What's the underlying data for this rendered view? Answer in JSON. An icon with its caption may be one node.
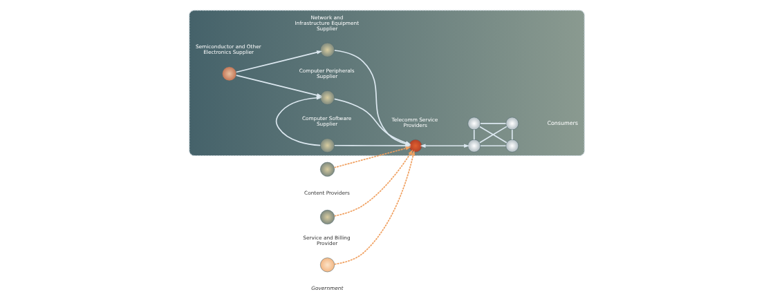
{
  "diagram": {
    "nodes": [
      {
        "text": [],
        "shape": "box"
      },
      {
        "text": [],
        "shape": "circle",
        "beside": [
          "Content Providers"
        ]
      },
      {
        "text": [],
        "shape": "circle",
        "beside": [
          "Service and Billing Provider"
        ]
      },
      {
        "text": [],
        "shape": "circle",
        "beside": [
          "Government"
        ]
      },
      {
        "text": [],
        "shape": "circle",
        "in": 0,
        "beside": [
          "Semiconductor and Other Electronics Supplier"
        ]
      },
      {
        "text": [],
        "shape": "circle",
        "in": 0,
        "beside": [
          "Network and Infrastructure Equipment Supplier"
        ]
      },
      {
        "text": [],
        "shape": "circle",
        "in": 0,
        "beside": [
          "Computer Peripherals Supplier"
        ]
      },
      {
        "text": [],
        "shape": "circle",
        "in": 0,
        "beside": [
          "Computer Software Supplier"
        ]
      },
      {
        "text": [],
        "shape": "circle",
        "in": 0,
        "beside": [
          "Telecomm Service Providers"
        ]
      },
      {
        "text": [],
        "shape": "circle",
        "in": 0
      },
      {
        "text": [],
        "shape": "circle",
        "in": 0
      },
      {
        "text": [],
        "shape": "circle",
        "in": 0
      },
      {
        "text": [],
        "shape": "circle",
        "in": 0
      }
    ],
    "edges": [
      {
        "from": 4,
        "to": 5,
        "arrow": "to"
      },
      {
        "from": 4,
        "to": 6,
        "arrow": "to"
      },
      {
        "from": 5,
        "to": 8,
        "arrow": "to"
      },
      {
        "from": 6,
        "to": 8,
        "arrow": "to"
      },
      {
        "from": 7,
        "to": 8,
        "arrow": "to"
      },
      {
        "from": 7,
        "to": 6,
        "arrow": "to"
      },
      {
        "from": 1,
        "to": 8,
        "arrow": "to",
        "style": "dashed",
        "color": "#f0a060"
      },
      {
        "from": 2,
        "to": 8,
        "arrow": "to",
        "style": "dashed",
        "color": "#f0a060"
      },
      {
        "from": 3,
        "to": 8,
        "arrow": "to",
        "style": "dashed",
        "color": "#f0a060"
      },
      {
        "from": 8,
        "to": 9,
        "arrow": "both"
      },
      {
        "from": 9,
        "to": 10,
        "arrow": "none"
      },
      {
        "from": 9,
        "to": 11,
        "arrow": "none"
      },
      {
        "from": 10,
        "to": 12,
        "arrow": "none"
      },
      {
        "from": 11,
        "to": 12,
        "arrow": "none"
      },
      {
        "from": 9,
        "to": 12,
        "arrow": "none"
      },
      {
        "from": 10,
        "to": 11,
        "arrow": "none"
      }
    ],
    "labels": [
      "Consumers"
    ]
  }
}
